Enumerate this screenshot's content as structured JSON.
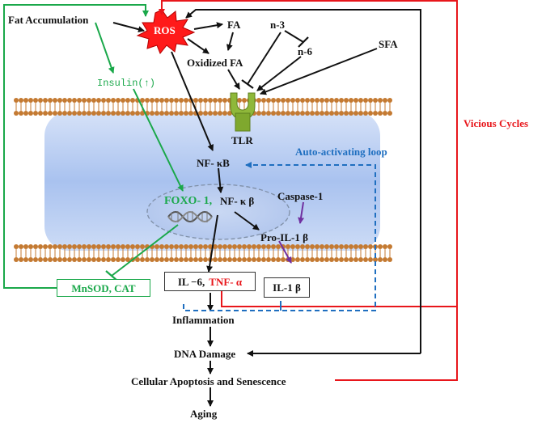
{
  "labels": {
    "fat_accumulation": "Fat Accumulation",
    "ros": "ROS",
    "fa": "FA",
    "n3": "n-3",
    "n6": "n-6",
    "oxidized_fa": "Oxidized FA",
    "sfa": "SFA",
    "insulin": "Insulin(↑)",
    "tlr": "TLR",
    "vicious_cycles": "Vicious  Cycles",
    "auto_loop": "Auto-activating loop",
    "nfkb": "NF- κB",
    "foxo": "FOXO- 1,",
    "nfkb2": "NF- κ β",
    "caspase": "Caspase-1",
    "pro_il1b": "Pro-IL-1 β",
    "mnsod_cat": "MnSOD, CAT",
    "il6": "IL  −6,",
    "tnf_a": "TNF- α",
    "il1b": "IL-1 β",
    "inflammation": "Inflammation",
    "dna_damage": "DNA Damage",
    "apoptosis": "Cellular Apoptosis and Senescence",
    "aging": "Aging"
  },
  "colors": {
    "black": "#111111",
    "red": "#e8161b",
    "green": "#1aa84a",
    "blue": "#1f6fc0",
    "purple": "#7030a0",
    "membrane_head": "#c47a32",
    "cell_fill": "#b6ccf1",
    "tlr_fill": "#8fb83a"
  }
}
